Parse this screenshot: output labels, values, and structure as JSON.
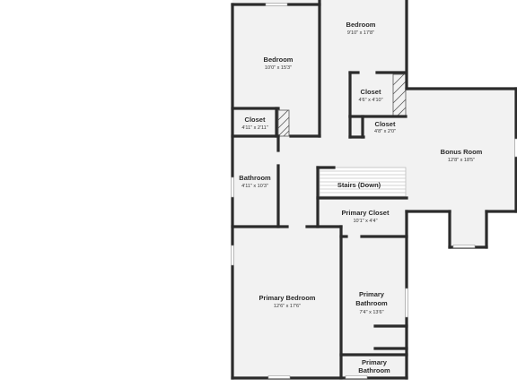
{
  "rooms": {
    "bedroom_1": {
      "name": "Bedroom",
      "dims": "10'0\" x 15'3\""
    },
    "bedroom_2": {
      "name": "Bedroom",
      "dims": "9'10\" x 17'8\""
    },
    "closet_1": {
      "name": "Closet",
      "dims": "4'11\" x 2'11\""
    },
    "closet_2": {
      "name": "Closet",
      "dims": "4'6\" x 4'10\""
    },
    "closet_3": {
      "name": "Closet",
      "dims": "4'8\" x 2'0\""
    },
    "bonus_room": {
      "name": "Bonus Room",
      "dims": "12'8\" x 18'5\""
    },
    "bathroom": {
      "name": "Bathroom",
      "dims": "4'11\" x 10'3\""
    },
    "stairs": {
      "name": "Stairs (Down)"
    },
    "primary_closet": {
      "name": "Primary Closet",
      "dims": "10'1\" x 4'4\""
    },
    "primary_bedroom": {
      "name": "Primary Bedroom",
      "dims": "12'6\" x 17'6\""
    },
    "primary_bathroom_1": {
      "name_line1": "Primary",
      "name_line2": "Bathroom",
      "dims": "7'4\" x 13'6\""
    },
    "primary_bathroom_2": {
      "name_line1": "Primary",
      "name_line2": "Bathroom"
    }
  },
  "colors": {
    "wall": "#2b2b2b",
    "floor": "#f2f2f2",
    "background": "#ffffff",
    "window": "#cfcfcf"
  }
}
